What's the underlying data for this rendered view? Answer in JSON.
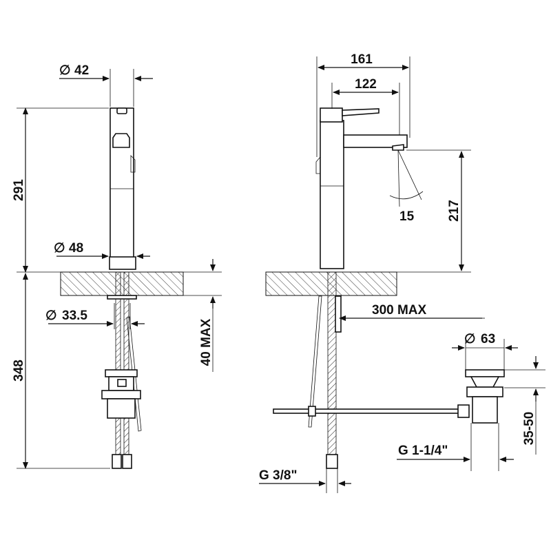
{
  "dimensions": {
    "diam_42": "42",
    "h_291": "291",
    "diam_48": "48",
    "h_348": "348",
    "diam_33_5": "33.5",
    "max_40": "40 MAX",
    "w_161": "161",
    "w_122": "122",
    "angle_15": "15",
    "h_217": "217",
    "max_300": "300 MAX",
    "diam_63": "63",
    "range_35_50": "35-50",
    "thread_g38": "G 3/8\"",
    "thread_g114": "G 1-1/4\""
  },
  "symbols": {
    "diameter": "∅"
  }
}
